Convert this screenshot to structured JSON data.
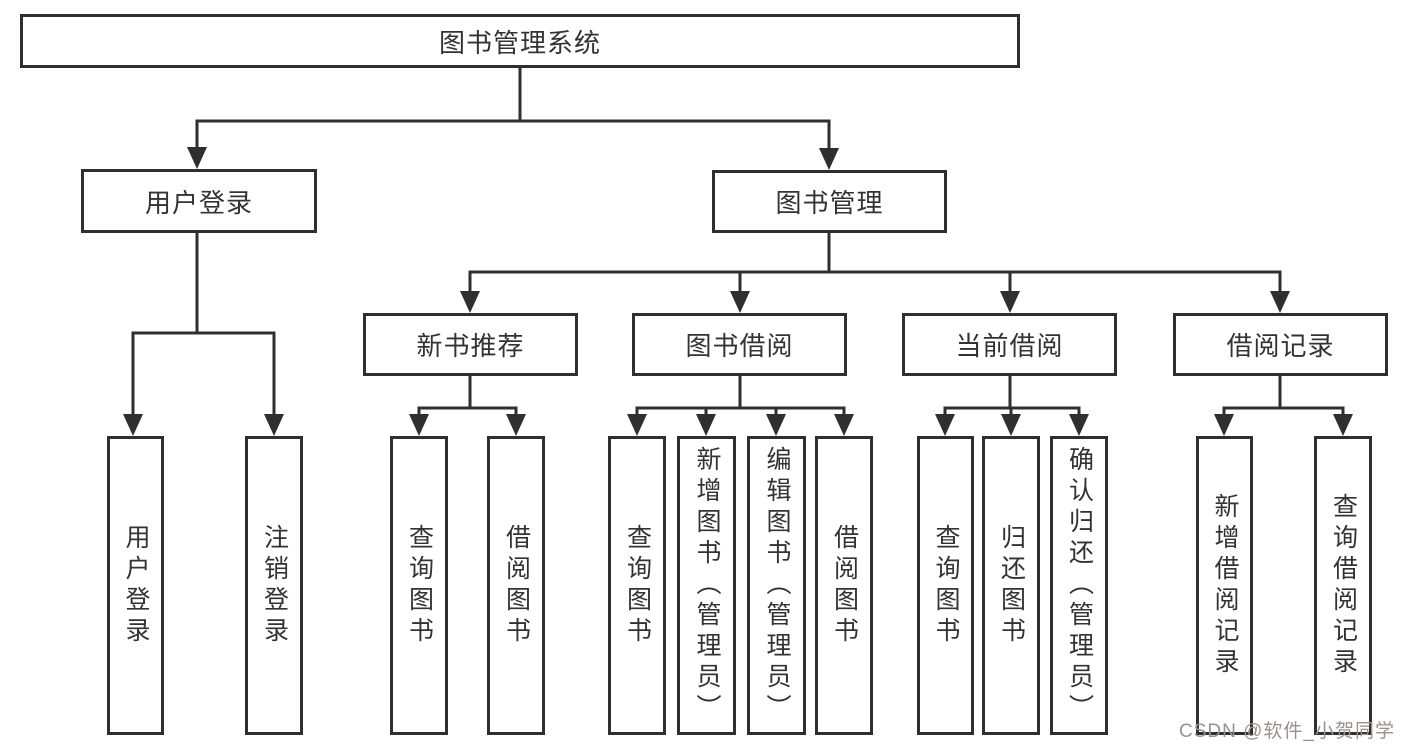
{
  "diagram": {
    "root": {
      "label": "图书管理系统"
    },
    "branches": [
      {
        "label": "用户登录",
        "children": [
          {
            "label": "用户登录"
          },
          {
            "label": "注销登录"
          }
        ]
      },
      {
        "label": "图书管理",
        "groups": [
          {
            "label": "新书推荐",
            "children": [
              {
                "label": "查询图书"
              },
              {
                "label": "借阅图书"
              }
            ]
          },
          {
            "label": "图书借阅",
            "children": [
              {
                "label": "查询图书"
              },
              {
                "label": "新增图书（管理员）"
              },
              {
                "label": "编辑图书（管理员）"
              },
              {
                "label": "借阅图书"
              }
            ]
          },
          {
            "label": "当前借阅",
            "children": [
              {
                "label": "查询图书"
              },
              {
                "label": "归还图书"
              },
              {
                "label": "确认归还（管理员）"
              }
            ]
          },
          {
            "label": "借阅记录",
            "children": [
              {
                "label": "新增借阅记录"
              },
              {
                "label": "查询借阅记录"
              }
            ]
          }
        ]
      }
    ],
    "watermark": "CSDN @软件_小贺同学",
    "colors": {
      "line": "#2f2f2f",
      "text": "#333333",
      "bg": "#ffffff",
      "wm": "#9a9090"
    }
  }
}
